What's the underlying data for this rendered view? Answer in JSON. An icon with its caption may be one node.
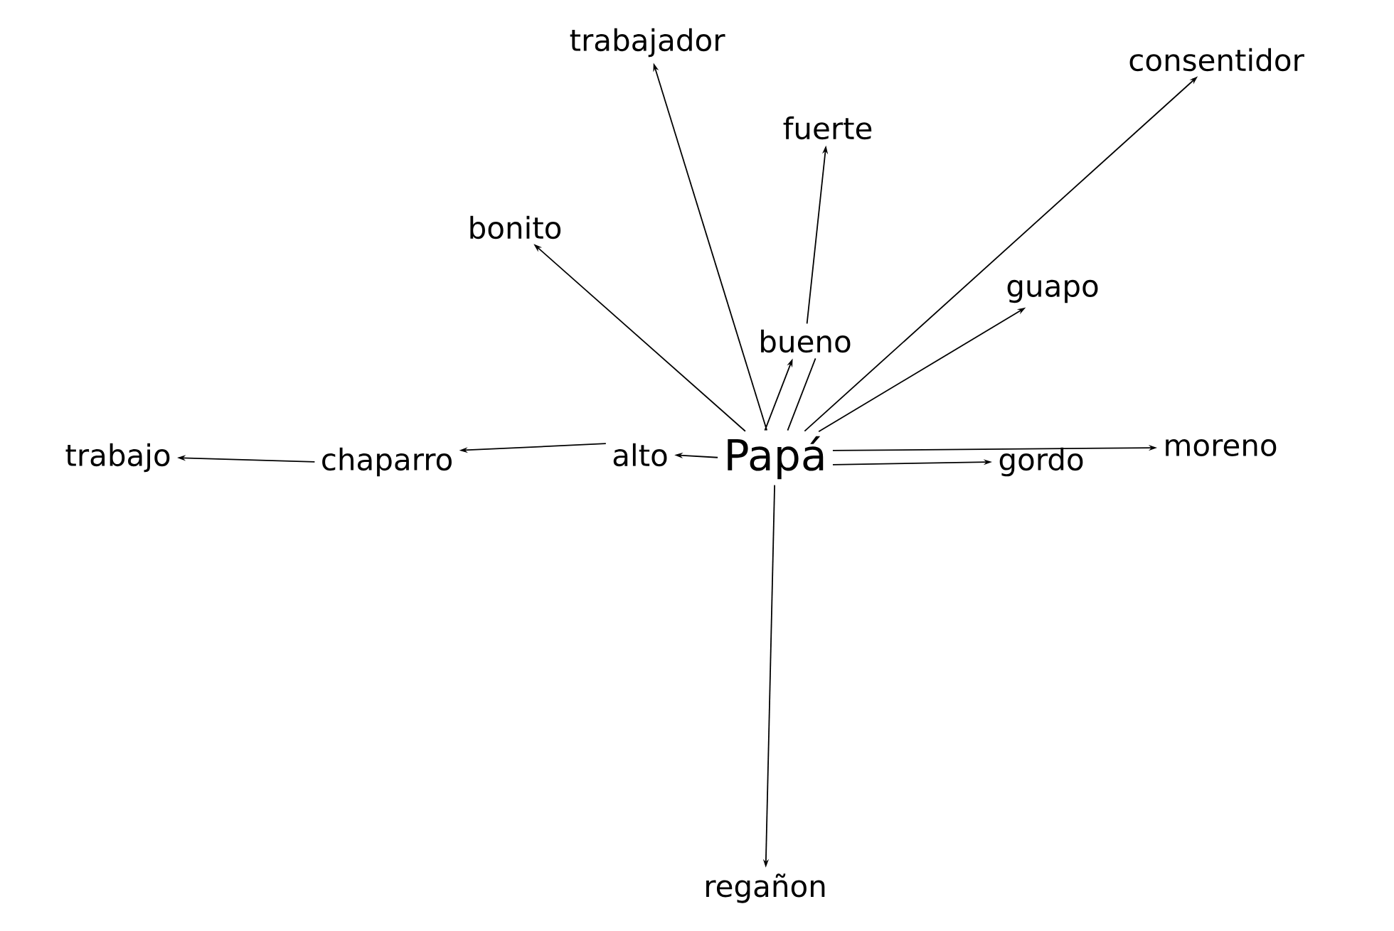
{
  "diagram": {
    "nodes": [
      {
        "text": [
          "trabajador"
        ]
      },
      {
        "text": [
          "consentidor"
        ]
      },
      {
        "text": [
          "fuerte"
        ]
      },
      {
        "text": [
          "bonito"
        ]
      },
      {
        "text": [
          "guapo"
        ]
      },
      {
        "text": [
          "bueno"
        ]
      },
      {
        "text": [
          "trabajo"
        ]
      },
      {
        "text": [
          "chaparro"
        ]
      },
      {
        "text": [
          "alto"
        ]
      },
      {
        "text": [
          "Papá"
        ]
      },
      {
        "text": [
          "gordo"
        ]
      },
      {
        "text": [
          "moreno"
        ]
      },
      {
        "text": [
          "regañon"
        ]
      }
    ],
    "edges": [
      {
        "from": 9,
        "to": 3,
        "arrow": "to"
      },
      {
        "from": 9,
        "to": 0,
        "arrow": "to"
      },
      {
        "from": 9,
        "to": 5,
        "arrow": "to"
      },
      {
        "from": 9,
        "to": 5,
        "arrow": "none"
      },
      {
        "from": 5,
        "to": 2,
        "arrow": "to"
      },
      {
        "from": 9,
        "to": 1,
        "arrow": "to"
      },
      {
        "from": 9,
        "to": 4,
        "arrow": "to"
      },
      {
        "from": 9,
        "to": 8,
        "arrow": "to"
      },
      {
        "from": 8,
        "to": 7,
        "arrow": "to"
      },
      {
        "from": 7,
        "to": 6,
        "arrow": "to"
      },
      {
        "from": 9,
        "to": 11,
        "arrow": "to"
      },
      {
        "from": 9,
        "to": 10,
        "arrow": "to"
      },
      {
        "from": 9,
        "to": 12,
        "arrow": "to"
      }
    ]
  }
}
